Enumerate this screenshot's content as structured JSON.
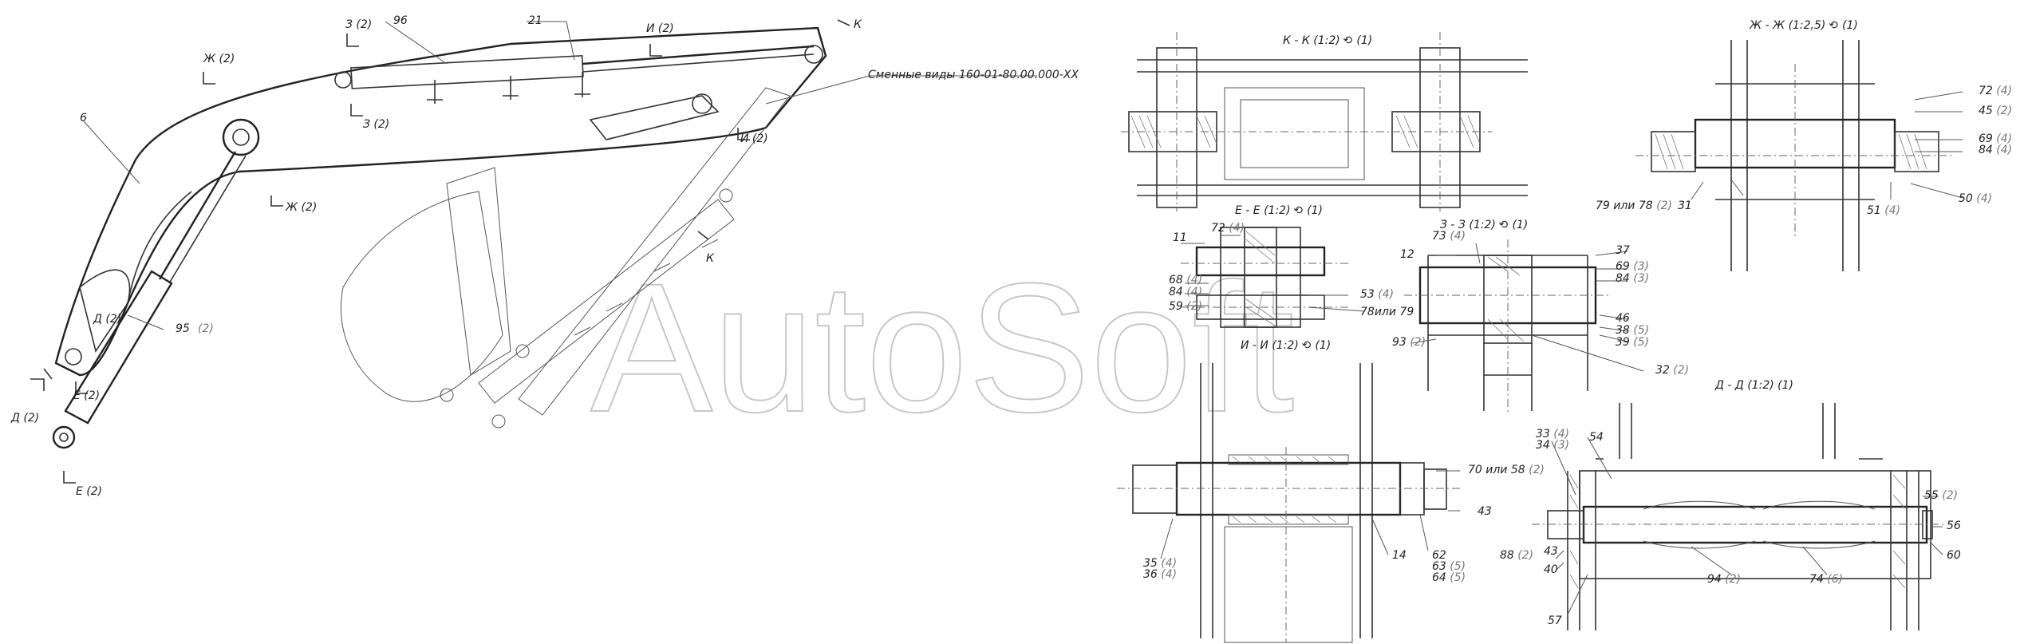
{
  "watermark": "AutoSoft",
  "replace_note": "Сменные виды 160-01-80.00.000-XX",
  "section_marks": {
    "z_top": "З (2)",
    "z_bottom": "З (2)",
    "i_top": "И (2)",
    "i_bottom": "И (2)",
    "zh_left": "Ж (2)",
    "zh_mid": "Ж (2)",
    "d_left": "Д (2)",
    "d_lower": "Д (2)",
    "e_left": "Е (2)",
    "e_lower": "Е (2)",
    "k_top": "К",
    "k_mid": "К"
  },
  "main_labels": {
    "p6": "6",
    "p96": "96",
    "p21": "21",
    "p95": "95",
    "p95_qty": "(2)"
  },
  "views": {
    "kk": "К - К (1:2) ⟲ (1)",
    "zhzh": "Ж - Ж (1:2,5) ⟲ (1)",
    "ee": "Е - Е (1:2) ⟲ (1)",
    "zz": "З - З (1:2) ⟲ (1)",
    "ii": "И - И (1:2) ⟲ (1)",
    "dd": "Д - Д (1:2) (1)"
  },
  "callouts": {
    "zh": [
      {
        "n": "72",
        "q": "(4)"
      },
      {
        "n": "45",
        "q": "(2)"
      },
      {
        "n": "69",
        "q": "(4)"
      },
      {
        "n": "84",
        "q": "(4)"
      },
      {
        "n": "79 или 78",
        "q": "(2)"
      },
      {
        "n": "31",
        "q": ""
      },
      {
        "n": "51",
        "q": "(4)"
      },
      {
        "n": "50",
        "q": "(4)"
      }
    ],
    "ee": [
      {
        "n": "72",
        "q": "(4)"
      },
      {
        "n": "11",
        "q": ""
      },
      {
        "n": "68",
        "q": "(4)"
      },
      {
        "n": "84",
        "q": "(4)"
      },
      {
        "n": "59",
        "q": "(2)"
      },
      {
        "n": "53",
        "q": "(4)"
      },
      {
        "n": "78или 79",
        "q": ""
      }
    ],
    "zz": [
      {
        "n": "73",
        "q": "(4)"
      },
      {
        "n": "12",
        "q": ""
      },
      {
        "n": "37",
        "q": ""
      },
      {
        "n": "69",
        "q": "(3)"
      },
      {
        "n": "84",
        "q": "(3)"
      },
      {
        "n": "46",
        "q": ""
      },
      {
        "n": "38",
        "q": "(5)"
      },
      {
        "n": "39",
        "q": "(5)"
      },
      {
        "n": "93",
        "q": "(2)"
      },
      {
        "n": "32",
        "q": "(2)"
      }
    ],
    "ii": [
      {
        "n": "70 или 58",
        "q": "(2)"
      },
      {
        "n": "43",
        "q": ""
      },
      {
        "n": "35",
        "q": "(4)"
      },
      {
        "n": "36",
        "q": "(4)"
      },
      {
        "n": "14",
        "q": ""
      },
      {
        "n": "62",
        "q": ""
      },
      {
        "n": "63",
        "q": "(5)"
      },
      {
        "n": "64",
        "q": "(5)"
      }
    ],
    "dd": [
      {
        "n": "33",
        "q": "(4)"
      },
      {
        "n": "34",
        "q": "(3)"
      },
      {
        "n": "54",
        "q": ""
      },
      {
        "n": "55",
        "q": "(2)"
      },
      {
        "n": "56",
        "q": ""
      },
      {
        "n": "60",
        "q": ""
      },
      {
        "n": "88",
        "q": "(2)"
      },
      {
        "n": "43",
        "q": ""
      },
      {
        "n": "40",
        "q": ""
      },
      {
        "n": "94",
        "q": "(2)"
      },
      {
        "n": "74",
        "q": "(6)"
      },
      {
        "n": "57",
        "q": ""
      }
    ]
  }
}
